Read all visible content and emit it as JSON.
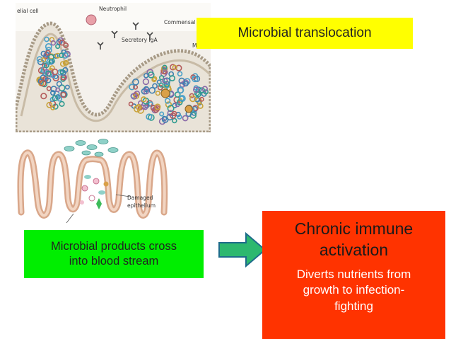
{
  "figure_top": {
    "labels": {
      "epithelial_cell": "elial cell",
      "neutrophil": "Neutrophil",
      "commensal_bacteria": "Commensal bac",
      "secretory_iga": "Secretory IgA",
      "m_cell": "M cell"
    }
  },
  "figure_bottom": {
    "labels": {
      "damaged": "Damaged",
      "epithelium": "epithelium"
    }
  },
  "title_box": {
    "text": "Microbial translocation",
    "color": "#ffff00"
  },
  "products_box": {
    "line1": "Microbial products cross",
    "line2": "into blood stream",
    "color": "#00ee00"
  },
  "arrow": {
    "color": "#2db86f"
  },
  "activation_box": {
    "title_line1": "Chronic immune",
    "title_line2": "activation",
    "sub_line1": "Diverts nutrients from",
    "sub_line2": "growth to infection-",
    "sub_line3": "fighting",
    "color": "#ff3300"
  }
}
